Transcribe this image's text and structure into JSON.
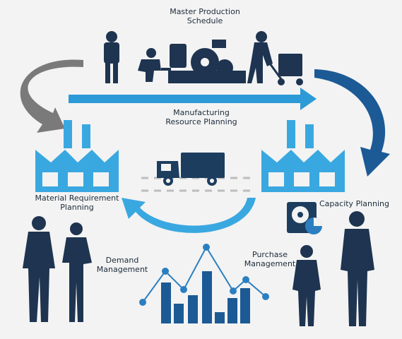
{
  "labels": {
    "master_production_schedule": "Master Production\nSchedule",
    "manufacturing_resource_planning": "Manufacturing\nResource Planning",
    "material_requirement_planning": "Material Requirement\nPlanning",
    "capacity_planning": "Capacity Planning",
    "demand_management": "Demand\nManagement",
    "purchase_management": "Purchase\nManagement"
  },
  "colors": {
    "dark_navy": "#1d3d5e",
    "mid_blue": "#1b6fae",
    "light_blue": "#3aa8e0",
    "gray_arrow": "#7a7a7a",
    "silhouette": "#1e3450",
    "road_line": "#b9b9b9",
    "background": "#f3f3f3"
  },
  "icons": [
    "factory-icon",
    "truck-icon",
    "worker-icon",
    "gear-icon",
    "hand-truck-icon",
    "disk-chart-icon",
    "businessperson-icon"
  ]
}
